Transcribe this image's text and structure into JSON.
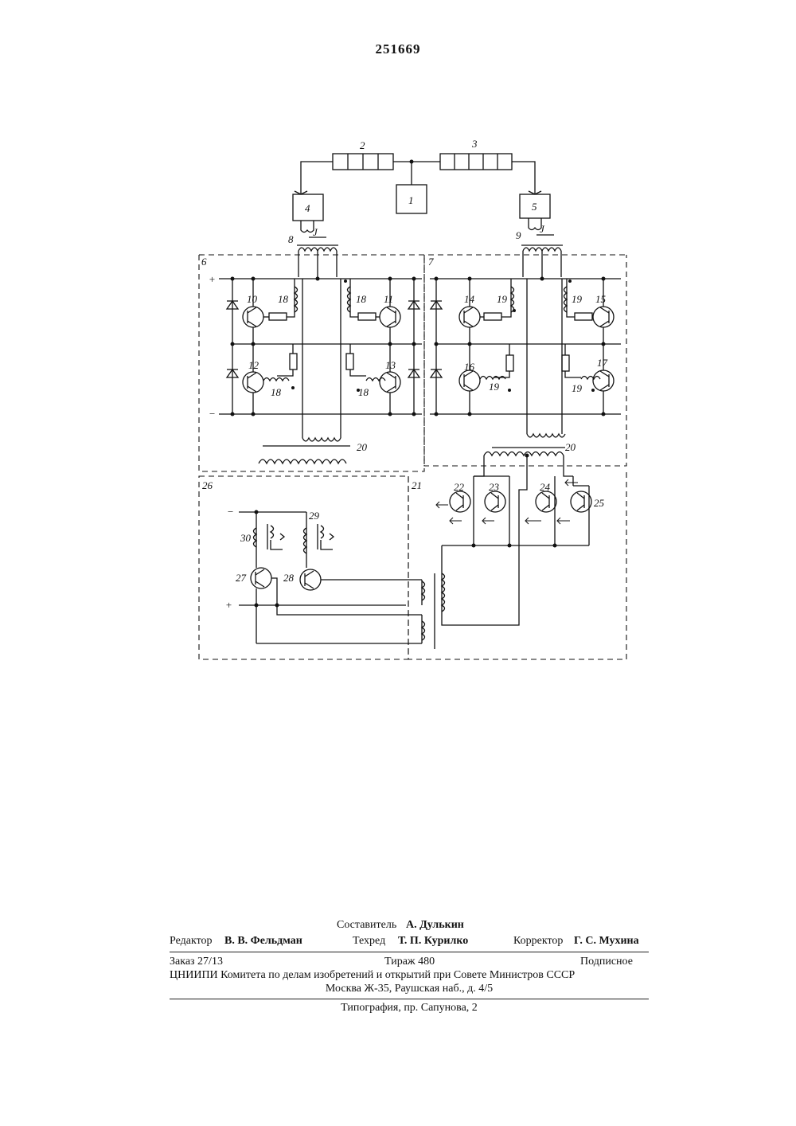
{
  "header": {
    "patent_number": "251669"
  },
  "schematic": {
    "labels": {
      "n1": "1",
      "n2": "2",
      "n3": "3",
      "n4": "4",
      "n5": "5",
      "n6": "6",
      "n7": "7",
      "n8": "8",
      "n9": "9",
      "n10": "10",
      "n11": "11",
      "n12": "12",
      "n13": "13",
      "n14": "14",
      "n15": "15",
      "n16": "16",
      "n17": "17",
      "n18": "18",
      "n19": "19",
      "n20": "20",
      "n21": "21",
      "n22": "22",
      "n23": "23",
      "n24": "24",
      "n25": "25",
      "n26": "26",
      "n27": "27",
      "n28": "28",
      "n29": "29",
      "n30": "30",
      "plus": "+",
      "minus": "−",
      "winding_j": "J"
    }
  },
  "imprint": {
    "compiler_label": "Составитель",
    "compiler_name": "А. Дулькин",
    "editor_label": "Редактор",
    "editor_name": "В. В. Фельдман",
    "techred_label": "Техред",
    "techred_name": "Т. П. Курилко",
    "corrector_label": "Корректор",
    "corrector_name": "Г. С. Мухина",
    "order": "Заказ 27/13",
    "print_run": "Тираж 480",
    "subscription": "Подписное",
    "institute": "ЦНИИПИ Комитета по делам изобретений и открытий при Совете Министров СССР",
    "address": "Москва Ж-35, Раушская наб., д. 4/5",
    "printing_house": "Типография, пр. Сапунова, 2"
  }
}
